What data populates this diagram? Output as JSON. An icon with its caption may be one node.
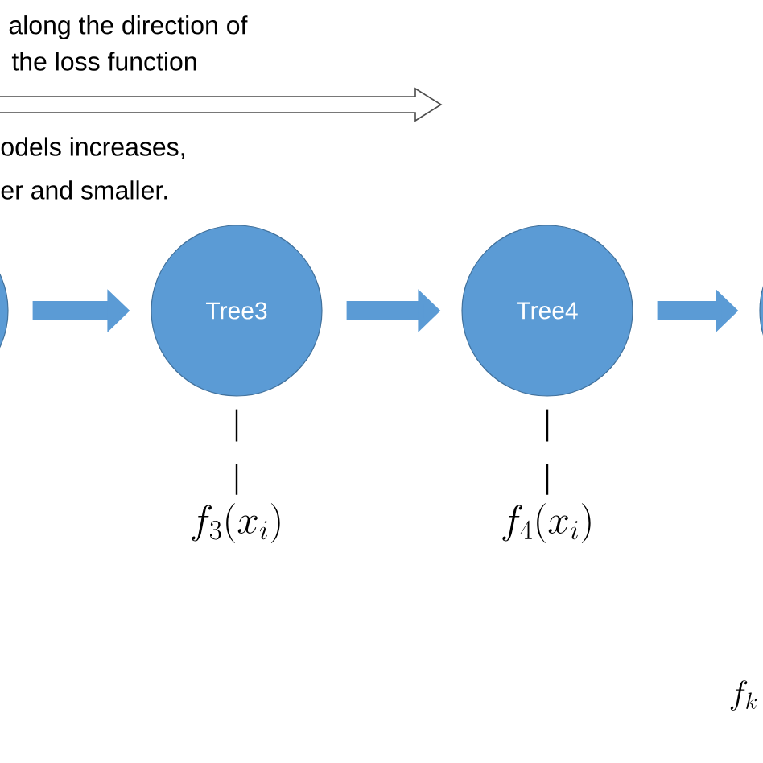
{
  "diagram": {
    "nodes": [
      {
        "text": [],
        "shape": "circle"
      },
      {
        "text": [
          "Tree3"
        ]
      },
      {
        "text": [
          "Tree4"
        ]
      },
      {
        "text": [],
        "shape": "circle"
      },
      {
        "text": [
          "f_3(x_i)"
        ]
      },
      {
        "text": [
          "f_4(x_i)"
        ]
      }
    ],
    "edges": [
      {
        "from": 0,
        "to": 1,
        "arrow": "to"
      },
      {
        "from": 1,
        "to": 2,
        "arrow": "to"
      },
      {
        "from": 2,
        "to": 3,
        "arrow": "to"
      },
      {
        "from": 1,
        "to": 4,
        "arrow": "none",
        "style": "dashed",
        "color": "#000000"
      },
      {
        "from": 2,
        "to": 5,
        "arrow": "none",
        "style": "dashed",
        "color": "#000000"
      }
    ],
    "labels": [
      "along the direction of",
      "the loss function",
      "odels increases,",
      "er and smaller.",
      "f_k"
    ]
  }
}
